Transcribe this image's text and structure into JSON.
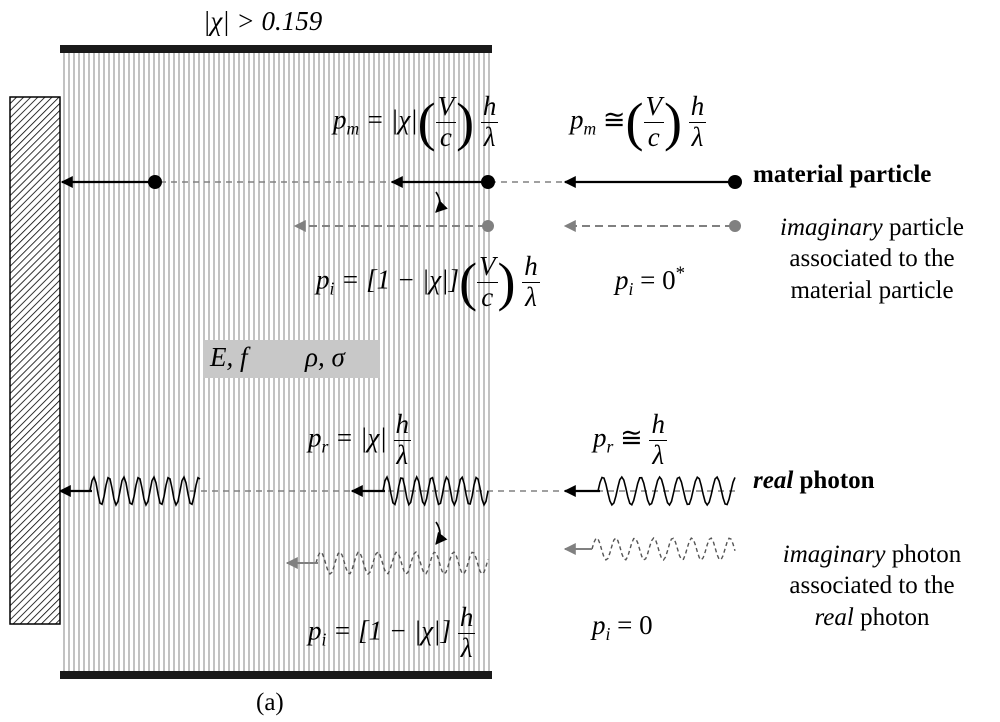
{
  "condition_label": "|χ| > 0.159",
  "caption": "(a)",
  "eq_pm_medium": {
    "lhs": "p",
    "sub": "m",
    "rel": "= |χ|",
    "paren_num": "V",
    "paren_den": "c",
    "num": "h",
    "den": "λ"
  },
  "eq_pm_free": {
    "lhs": "p",
    "sub": "m",
    "rel": "≅",
    "paren_num": "V",
    "paren_den": "c",
    "num": "h",
    "den": "λ"
  },
  "eq_pi_medium_particle": {
    "lhs": "p",
    "sub": "i",
    "rel": "= [1 − |χ|]",
    "paren_num": "V",
    "paren_den": "c",
    "num": "h",
    "den": "λ"
  },
  "eq_pi_free_particle": {
    "lhs": "p",
    "sub": "i",
    "rel": "= 0",
    "sup": "*"
  },
  "eq_pr_medium": {
    "lhs": "p",
    "sub": "r",
    "rel": "= |χ|",
    "num": "h",
    "den": "λ"
  },
  "eq_pr_free": {
    "lhs": "p",
    "sub": "r",
    "rel": "≅",
    "num": "h",
    "den": "λ"
  },
  "eq_pi_medium_photon": {
    "lhs": "p",
    "sub": "i",
    "rel": "= [1 − |χ|]",
    "num": "h",
    "den": "λ"
  },
  "eq_pi_free_photon": {
    "lhs": "p",
    "sub": "i",
    "rel": "= 0"
  },
  "medium_box": {
    "left": "E, f",
    "right": "ρ, σ"
  },
  "labels": {
    "material_particle": "material particle",
    "imaginary_particle": {
      "em": "imaginary",
      "line1_rest": " particle",
      "line2": "associated to the",
      "line3": "material particle"
    },
    "real_photon": {
      "em": "real",
      "rest": " photon"
    },
    "imaginary_photon": {
      "em": "imaginary",
      "line1_rest": " photon",
      "line2": "associated to the",
      "line3_em": "real",
      "line3_rest": " photon"
    }
  },
  "colors": {
    "solid": "#000000",
    "dashed": "#808080",
    "stripe": "#9a9a9a",
    "box": "#c8c8c8"
  }
}
